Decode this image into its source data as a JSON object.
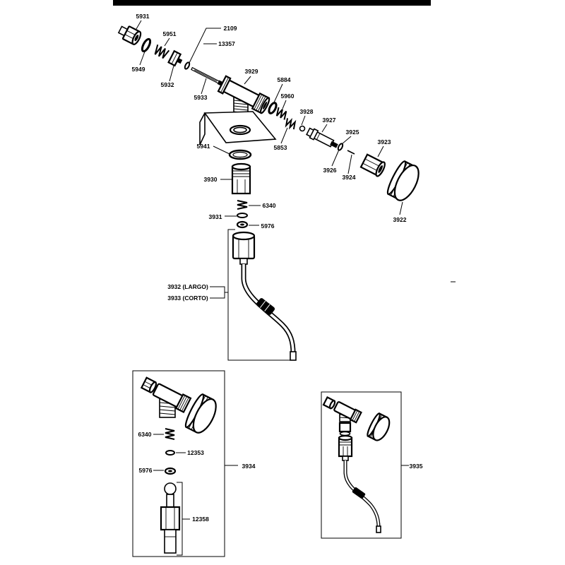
{
  "colors": {
    "ink": "#000000",
    "paper": "#ffffff"
  },
  "main_assembly": {
    "callouts": {
      "p5931": "5931",
      "p5951": "5951",
      "p5949": "5949",
      "p5932": "5932",
      "p2109": "2109",
      "p13357": "13357",
      "p3929": "3929",
      "p5933": "5933",
      "p5884": "5884",
      "p5960": "5960",
      "p3928": "3928",
      "p3927": "3927",
      "p3925": "3925",
      "p3923": "3923",
      "p5941": "5941",
      "p5853": "5853",
      "p3926": "3926",
      "p3924": "3924",
      "p3930": "3930",
      "p6340": "6340",
      "p3931": "3931",
      "p5976": "5976",
      "p3922": "3922"
    }
  },
  "hose_assembly": {
    "long": "3932 (LARGO)",
    "short": "3933 (CORTO)"
  },
  "kit_3934": {
    "label": "3934",
    "callouts": {
      "p6340": "6340",
      "p12353": "12353",
      "p5976": "5976",
      "p12358": "12358"
    }
  },
  "kit_3935": {
    "label": "3935"
  }
}
